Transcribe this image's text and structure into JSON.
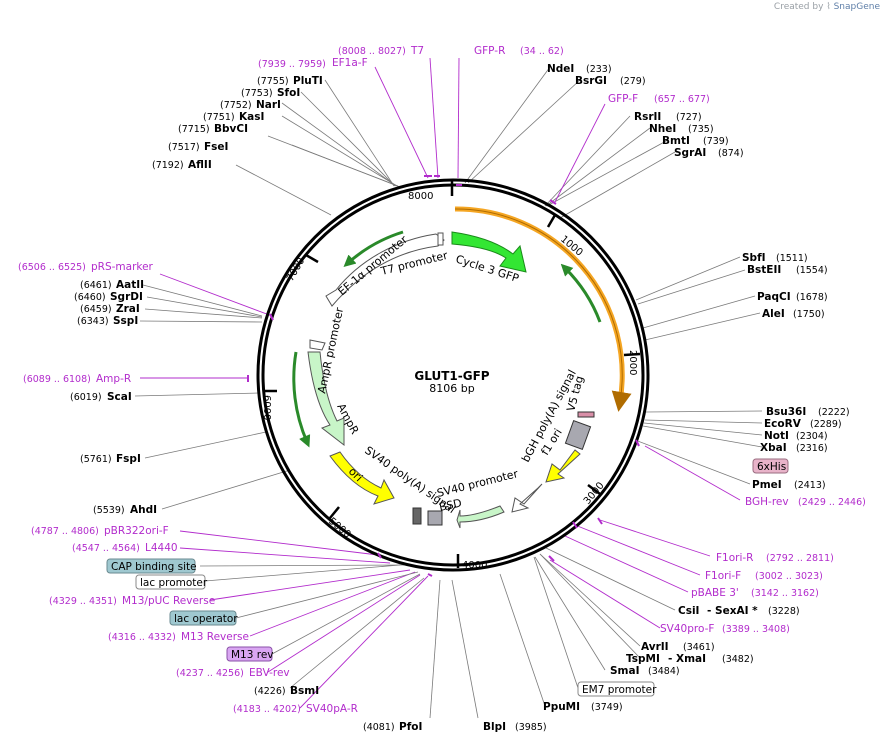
{
  "watermark": {
    "prefix": "Created by",
    "brand": "SnapGene"
  },
  "plasmid": {
    "name": "GLUT1-GFP",
    "size": "8106 bp"
  },
  "tick_labels": [
    "1000",
    "2000",
    "3000",
    "4000",
    "5000",
    "6000",
    "7000",
    "8000"
  ],
  "features": {
    "cycle3gfp": "Cycle 3 GFP",
    "t7promoter": "T7 promoter",
    "ef1a": "EF-1α promoter",
    "amprpromoter": "AmpR promoter",
    "ampr": "AmpR",
    "ori": "ori",
    "sv40polya": "SV40 poly(A) signal",
    "sv40promoter": "SV40 promoter",
    "bsd": "BSD",
    "bghpolya": "bGH poly(A) signal",
    "v5tag": "V5 tag",
    "f1ori": "f1 ori"
  },
  "sites": {
    "t7": {
      "name": "T7",
      "pos": "(8008 .. 8027)"
    },
    "ef1af": {
      "name": "EF1a-F",
      "pos": "(7939 .. 7959)"
    },
    "gfpr": {
      "name": "GFP-R",
      "pos": "(34 .. 62)"
    },
    "ndei": {
      "name": "NdeI",
      "pos": "(233)"
    },
    "bsrgi": {
      "name": "BsrGI",
      "pos": "(279)"
    },
    "gfpf": {
      "name": "GFP-F",
      "pos": "(657 .. 677)"
    },
    "rsrii": {
      "name": "RsrII",
      "pos": "(727)"
    },
    "nhei": {
      "name": "NheI",
      "pos": "(735)"
    },
    "bmti": {
      "name": "BmtI",
      "pos": "(739)"
    },
    "sgrai": {
      "name": "SgrAI",
      "pos": "(874)"
    },
    "pluti": {
      "name": "PluTI",
      "pos": "(7755)"
    },
    "sfoi": {
      "name": "SfoI",
      "pos": "(7753)"
    },
    "nari": {
      "name": "NarI",
      "pos": "(7752)"
    },
    "kasi": {
      "name": "KasI",
      "pos": "(7751)"
    },
    "bbvci": {
      "name": "BbvCI",
      "pos": "(7715)"
    },
    "fsei": {
      "name": "FseI",
      "pos": "(7517)"
    },
    "aflii": {
      "name": "AflII",
      "pos": "(7192)"
    },
    "sbfi": {
      "name": "SbfI",
      "pos": "(1511)"
    },
    "bsteii": {
      "name": "BstEII",
      "pos": "(1554)"
    },
    "paqci": {
      "name": "PaqCI",
      "pos": "(1678)"
    },
    "alei": {
      "name": "AleI",
      "pos": "(1750)"
    },
    "prsmarker": {
      "name": "pRS-marker",
      "pos": "(6506 .. 6525)"
    },
    "aatii": {
      "name": "AatII",
      "pos": "(6461)"
    },
    "sgrdi": {
      "name": "SgrDI",
      "pos": "(6460)"
    },
    "zrai": {
      "name": "ZraI",
      "pos": "(6459)"
    },
    "sspi": {
      "name": "SspI",
      "pos": "(6343)"
    },
    "ampr": {
      "name": "Amp-R",
      "pos": "(6089 .. 6108)"
    },
    "scai": {
      "name": "ScaI",
      "pos": "(6019)"
    },
    "bsu36i": {
      "name": "Bsu36I",
      "pos": "(2222)"
    },
    "ecorv": {
      "name": "EcoRV",
      "pos": "(2289)"
    },
    "noti": {
      "name": "NotI",
      "pos": "(2304)"
    },
    "xbai": {
      "name": "XbaI",
      "pos": "(2316)"
    },
    "sixhis": {
      "name": "6xHis"
    },
    "pmei": {
      "name": "PmeI",
      "pos": "(2413)"
    },
    "bghrev": {
      "name": "BGH-rev",
      "pos": "(2429 .. 2446)"
    },
    "fspi": {
      "name": "FspI",
      "pos": "(5761)"
    },
    "ahdi": {
      "name": "AhdI",
      "pos": "(5539)"
    },
    "pbr322": {
      "name": "pBR322ori-F",
      "pos": "(4787 .. 4806)"
    },
    "l4440": {
      "name": "L4440",
      "pos": "(4547 .. 4564)"
    },
    "capbs": {
      "name": "CAP binding site"
    },
    "lacprom": {
      "name": "lac promoter"
    },
    "m13puc": {
      "name": "M13/pUC Reverse",
      "pos": "(4329 .. 4351)"
    },
    "lacop": {
      "name": "lac operator"
    },
    "m13rev": {
      "name": "M13 Reverse",
      "pos": "(4316 .. 4332)"
    },
    "m13revbox": {
      "name": "M13 rev"
    },
    "ebvrev": {
      "name": "EBV-rev",
      "pos": "(4237 .. 4256)"
    },
    "bsmi": {
      "name": "BsmI",
      "pos": "(4226)"
    },
    "sv40par": {
      "name": "SV40pA-R",
      "pos": "(4183 .. 4202)"
    },
    "pfoi": {
      "name": "PfoI",
      "pos": "(4081)"
    },
    "blpi": {
      "name": "BlpI",
      "pos": "(3985)"
    },
    "f1orir": {
      "name": "F1ori-R",
      "pos": "(2792 .. 2811)"
    },
    "f1orif": {
      "name": "F1ori-F",
      "pos": "(3002 .. 3023)"
    },
    "pbabe3": {
      "name": "pBABE 3'",
      "pos": "(3142 .. 3162)"
    },
    "csii": {
      "name": "CsiI",
      "sep": "- SexAI *",
      "pos": "(3228)"
    },
    "sv40prof": {
      "name": "SV40pro-F",
      "pos": "(3389 .. 3408)"
    },
    "avrii": {
      "name": "AvrII",
      "pos": "(3461)"
    },
    "tspmi": {
      "name": "TspMI",
      "sep": "- XmaI",
      "pos": "(3482)"
    },
    "smai": {
      "name": "SmaI",
      "pos": "(3484)"
    },
    "em7": {
      "name": "EM7 promoter"
    },
    "ppumi": {
      "name": "PpuMI",
      "pos": "(3749)"
    }
  },
  "colors": {
    "primer": "#b22ccc",
    "gfp": "#33e633",
    "orf_orange": "#f5a623",
    "ori_yellow": "#ffff00",
    "ampr_green": "#c8f5c8",
    "cap_blue": "#9fc8d0",
    "lac_op_blue": "#9fc8d0",
    "m13_purple": "#d9a6f2",
    "sixhis_pink": "#e8b3c9"
  }
}
